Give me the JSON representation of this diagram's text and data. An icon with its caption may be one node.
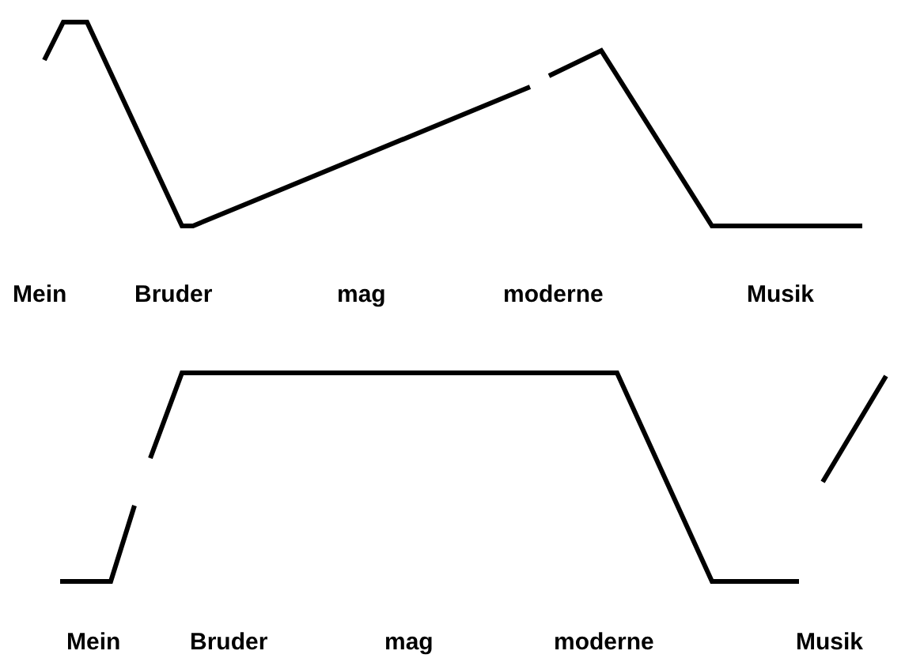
{
  "diagram": {
    "labels": [
      "Mein",
      "Bruder",
      "mag",
      "moderne",
      "Musik",
      "Mein",
      "Bruder",
      "mag",
      "moderne",
      "Musik"
    ]
  }
}
